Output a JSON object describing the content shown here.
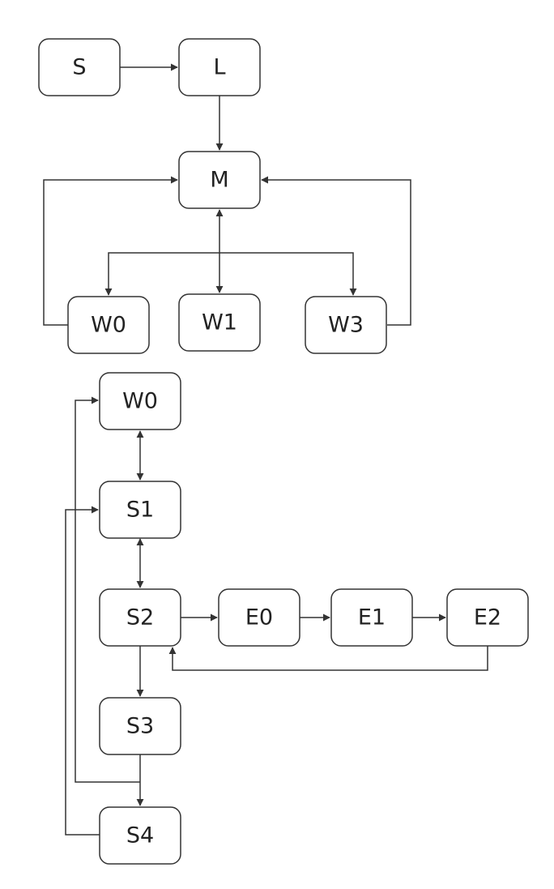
{
  "diagram": {
    "nodes": {
      "S": "S",
      "L": "L",
      "M": "M",
      "W0_top": "W0",
      "W1": "W1",
      "W3": "W3",
      "W0_bottom": "W0",
      "S1": "S1",
      "S2": "S2",
      "E0": "E0",
      "E1": "E1",
      "E2": "E2",
      "S3": "S3",
      "S4": "S4"
    },
    "colors": {
      "stroke": "#333333",
      "text": "#222222",
      "fill": "#ffffff"
    }
  }
}
